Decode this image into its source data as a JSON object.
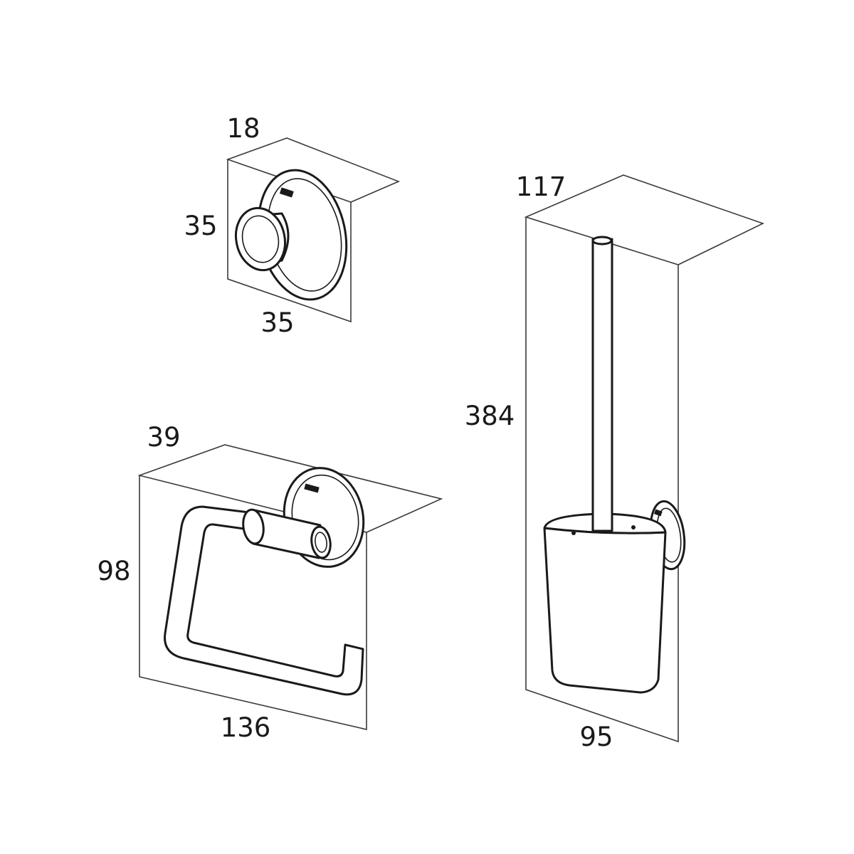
{
  "products": [
    {
      "name": "Robe hook",
      "dimensions": {
        "depth": "18",
        "height": "35",
        "width": "35"
      }
    },
    {
      "name": "Toilet roll holder",
      "dimensions": {
        "depth": "39",
        "height": "98",
        "width": "136"
      }
    },
    {
      "name": "Toilet brush set",
      "dimensions": {
        "depth": "117",
        "height": "384",
        "width": "95"
      }
    }
  ],
  "colors": {
    "line": "#1a1a1a",
    "background": "#ffffff"
  }
}
